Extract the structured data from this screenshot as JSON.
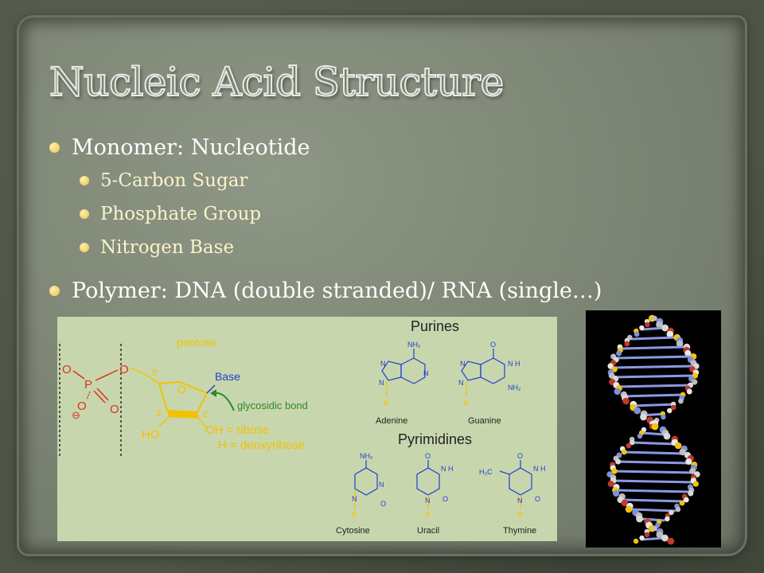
{
  "slide": {
    "title": "Nucleic Acid Structure",
    "bullets": [
      {
        "text": "Monomer: Nucleotide",
        "subs": [
          "5-Carbon Sugar",
          "Phosphate Group",
          "Nitrogen Base"
        ]
      },
      {
        "text": "Polymer: DNA (double stranded)/ RNA (single…)"
      }
    ]
  },
  "nucleotide_diagram": {
    "pentose_label": "pentose",
    "base_label": "Base",
    "glycosidic_label": "glycosidic bond",
    "ribose_label": "OH = ribose",
    "deoxyribose_label": "H = deoxyribose",
    "ho_label": "HO",
    "purines_heading": "Purines",
    "pyrimidines_heading": "Pyrimidines",
    "purine_names": [
      "Adenine",
      "Guanine"
    ],
    "pyrimidine_names": [
      "Cytosine",
      "Uracil",
      "Thymine"
    ],
    "colors": {
      "phosphate": "#d8351e",
      "sugar": "#f2c200",
      "base": "#1f3fd6",
      "bond": "#2a8a2a"
    }
  },
  "dna_model": {
    "icon": "dna-double-helix-icon"
  }
}
